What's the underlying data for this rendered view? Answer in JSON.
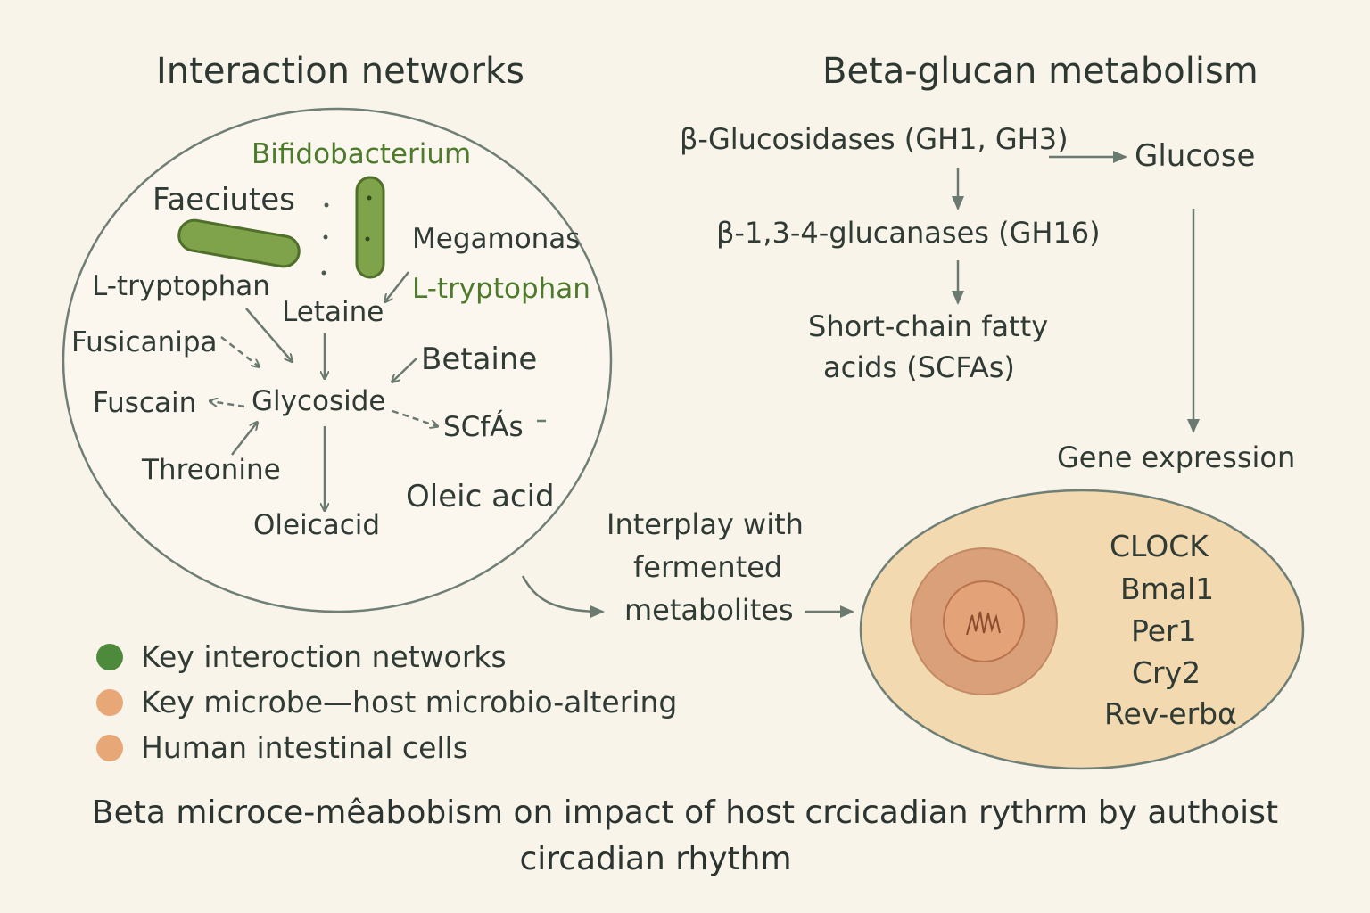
{
  "colors": {
    "background": "#f9f4ea",
    "network_green": "#4d7a2b",
    "arrow_gray": "#6b7a70",
    "cell_fill": "#f3d9b0",
    "nucleus_outer": "#d9a079",
    "nucleus_inner": "#e3a277",
    "legend_green": "#4e8a3c",
    "legend_orange": "#e7a777"
  },
  "left_panel": {
    "title": "Interaction networks",
    "nodes": {
      "bifidobacterium": "Bifidobacterium",
      "faeciutes": "Faeciutes",
      "megamonas": "Megamonas",
      "l_tryptophan_left": "L-tryptophan",
      "l_tryptophan_right": "L-tryptophan",
      "letaine": "Letaine",
      "fusicanipa": "Fusicanipa",
      "betaine": "Betaine",
      "fuscain": "Fuscain",
      "glycoside": "Glycoside",
      "scfas": "SCfÁs",
      "threonine": "Threonine",
      "oleic_acid_right": "Oleic acid",
      "oleicacid_bottom": "Oleicacid"
    }
  },
  "right_panel": {
    "title": "Beta-glucan metabolism",
    "steps": {
      "glucosidases": "β-Glucosidases (GH1, GH3)",
      "glucose": "Glucose",
      "glucanases": "β-1,3-4-glucanases (GH16)",
      "scfa_line1": "Short-chain fatty",
      "scfa_line2": "acids (SCFAs)",
      "gene_expression": "Gene expression"
    },
    "interplay": [
      "Interplay with",
      "fermented",
      "metabolites"
    ],
    "genes": [
      "CLOCK",
      "Bmal1",
      "Per1",
      "Cry2",
      "Rev-erbα"
    ]
  },
  "legend": [
    {
      "label": "Key interoction networks",
      "color": "#4e8a3c"
    },
    {
      "label": "Key microbe—host microbio-altering",
      "color": "#e7a777"
    },
    {
      "label": "Human intestinal cells",
      "color": "#e7a777"
    }
  ],
  "caption": {
    "line1": "Beta microce-mêabobism on impact of host crcicadian rythrm by authoist",
    "line2": "circadian rhythm"
  },
  "icons": [
    "bacterium-rod-icon",
    "bacterium-vertical-icon",
    "nucleus-squiggle-icon"
  ]
}
